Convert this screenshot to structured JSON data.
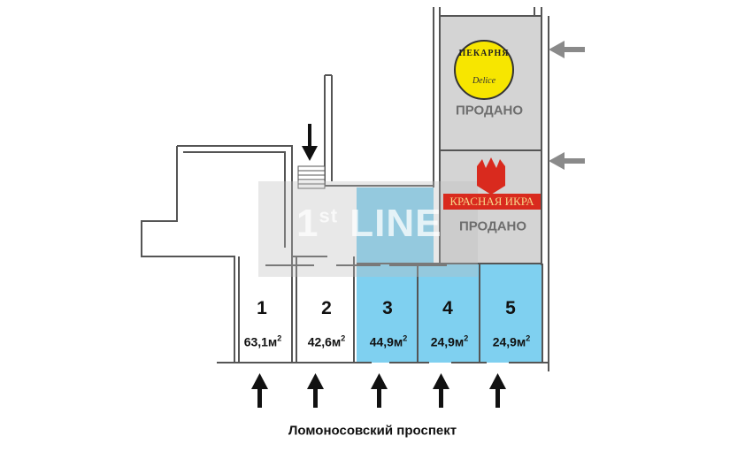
{
  "units": [
    {
      "number": "1",
      "area": "63,1м",
      "sup": "2",
      "status": "available"
    },
    {
      "number": "2",
      "area": "42,6м",
      "sup": "2",
      "status": "available"
    },
    {
      "number": "3",
      "area": "44,9м",
      "sup": "2",
      "status": "highlighted"
    },
    {
      "number": "4",
      "area": "24,9м",
      "sup": "2",
      "status": "highlighted"
    },
    {
      "number": "5",
      "area": "24,9м",
      "sup": "2",
      "status": "highlighted"
    }
  ],
  "sold": [
    {
      "label": "ПРОДАНО",
      "tenant_logo": "ПЕКАРНЯ",
      "tenant_sub": "Delice"
    },
    {
      "label": "ПРОДАНО",
      "tenant_logo": "КРАСНАЯ ИКРА"
    }
  ],
  "watermark": {
    "main": "1",
    "sup": "st",
    "rest": " LINE"
  },
  "street": "Ломоносовский проспект",
  "colors": {
    "highlight": "#7fd0f0",
    "sold": "#d4d4d4",
    "wall": "#555555",
    "arrow_gray": "#8a8a8a"
  }
}
